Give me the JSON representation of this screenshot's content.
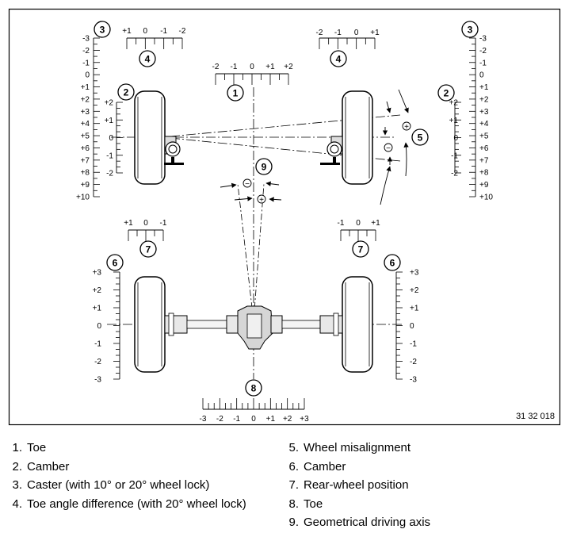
{
  "figure_code": "31 32 018",
  "callouts": [
    "1",
    "2",
    "3",
    "4",
    "5",
    "6",
    "7",
    "8",
    "9"
  ],
  "scales": {
    "toe_front": [
      "-2",
      "-1",
      "0",
      "+1",
      "+2"
    ],
    "toe_diff_left": [
      "+1",
      "0",
      "-1",
      "-2"
    ],
    "toe_diff_right": [
      "-2",
      "-1",
      "0",
      "+1"
    ],
    "caster": [
      "-3",
      "-2",
      "-1",
      "0",
      "+1",
      "+2",
      "+3",
      "+4",
      "+5",
      "+6",
      "+7",
      "+8",
      "+9",
      "+10"
    ],
    "camber_front": [
      "+2",
      "+1",
      "0",
      "-1",
      "-2"
    ],
    "rear_position_left": [
      "+1",
      "0",
      "-1"
    ],
    "rear_position_right": [
      "-1",
      "0",
      "+1"
    ],
    "camber_rear": [
      "+3",
      "+2",
      "+1",
      "0",
      "-1",
      "-2",
      "-3"
    ],
    "toe_rear": [
      "-3",
      "-2",
      "-1",
      "0",
      "+1",
      "+2",
      "+3"
    ]
  },
  "signs": {
    "minus": "−",
    "plus": "+"
  },
  "legend": {
    "left": [
      {
        "num": "1.",
        "text": "Toe"
      },
      {
        "num": "2.",
        "text": "Camber"
      },
      {
        "num": "3.",
        "text": "Caster (with 10° or 20° wheel lock)"
      },
      {
        "num": "4.",
        "text": "Toe angle difference (with 20° wheel lock)"
      }
    ],
    "right": [
      {
        "num": "5.",
        "text": "Wheel misalignment"
      },
      {
        "num": "6.",
        "text": "Camber"
      },
      {
        "num": "7.",
        "text": "Rear-wheel position"
      },
      {
        "num": "8.",
        "text": "Toe"
      },
      {
        "num": "9.",
        "text": "Geometrical driving axis"
      }
    ]
  }
}
